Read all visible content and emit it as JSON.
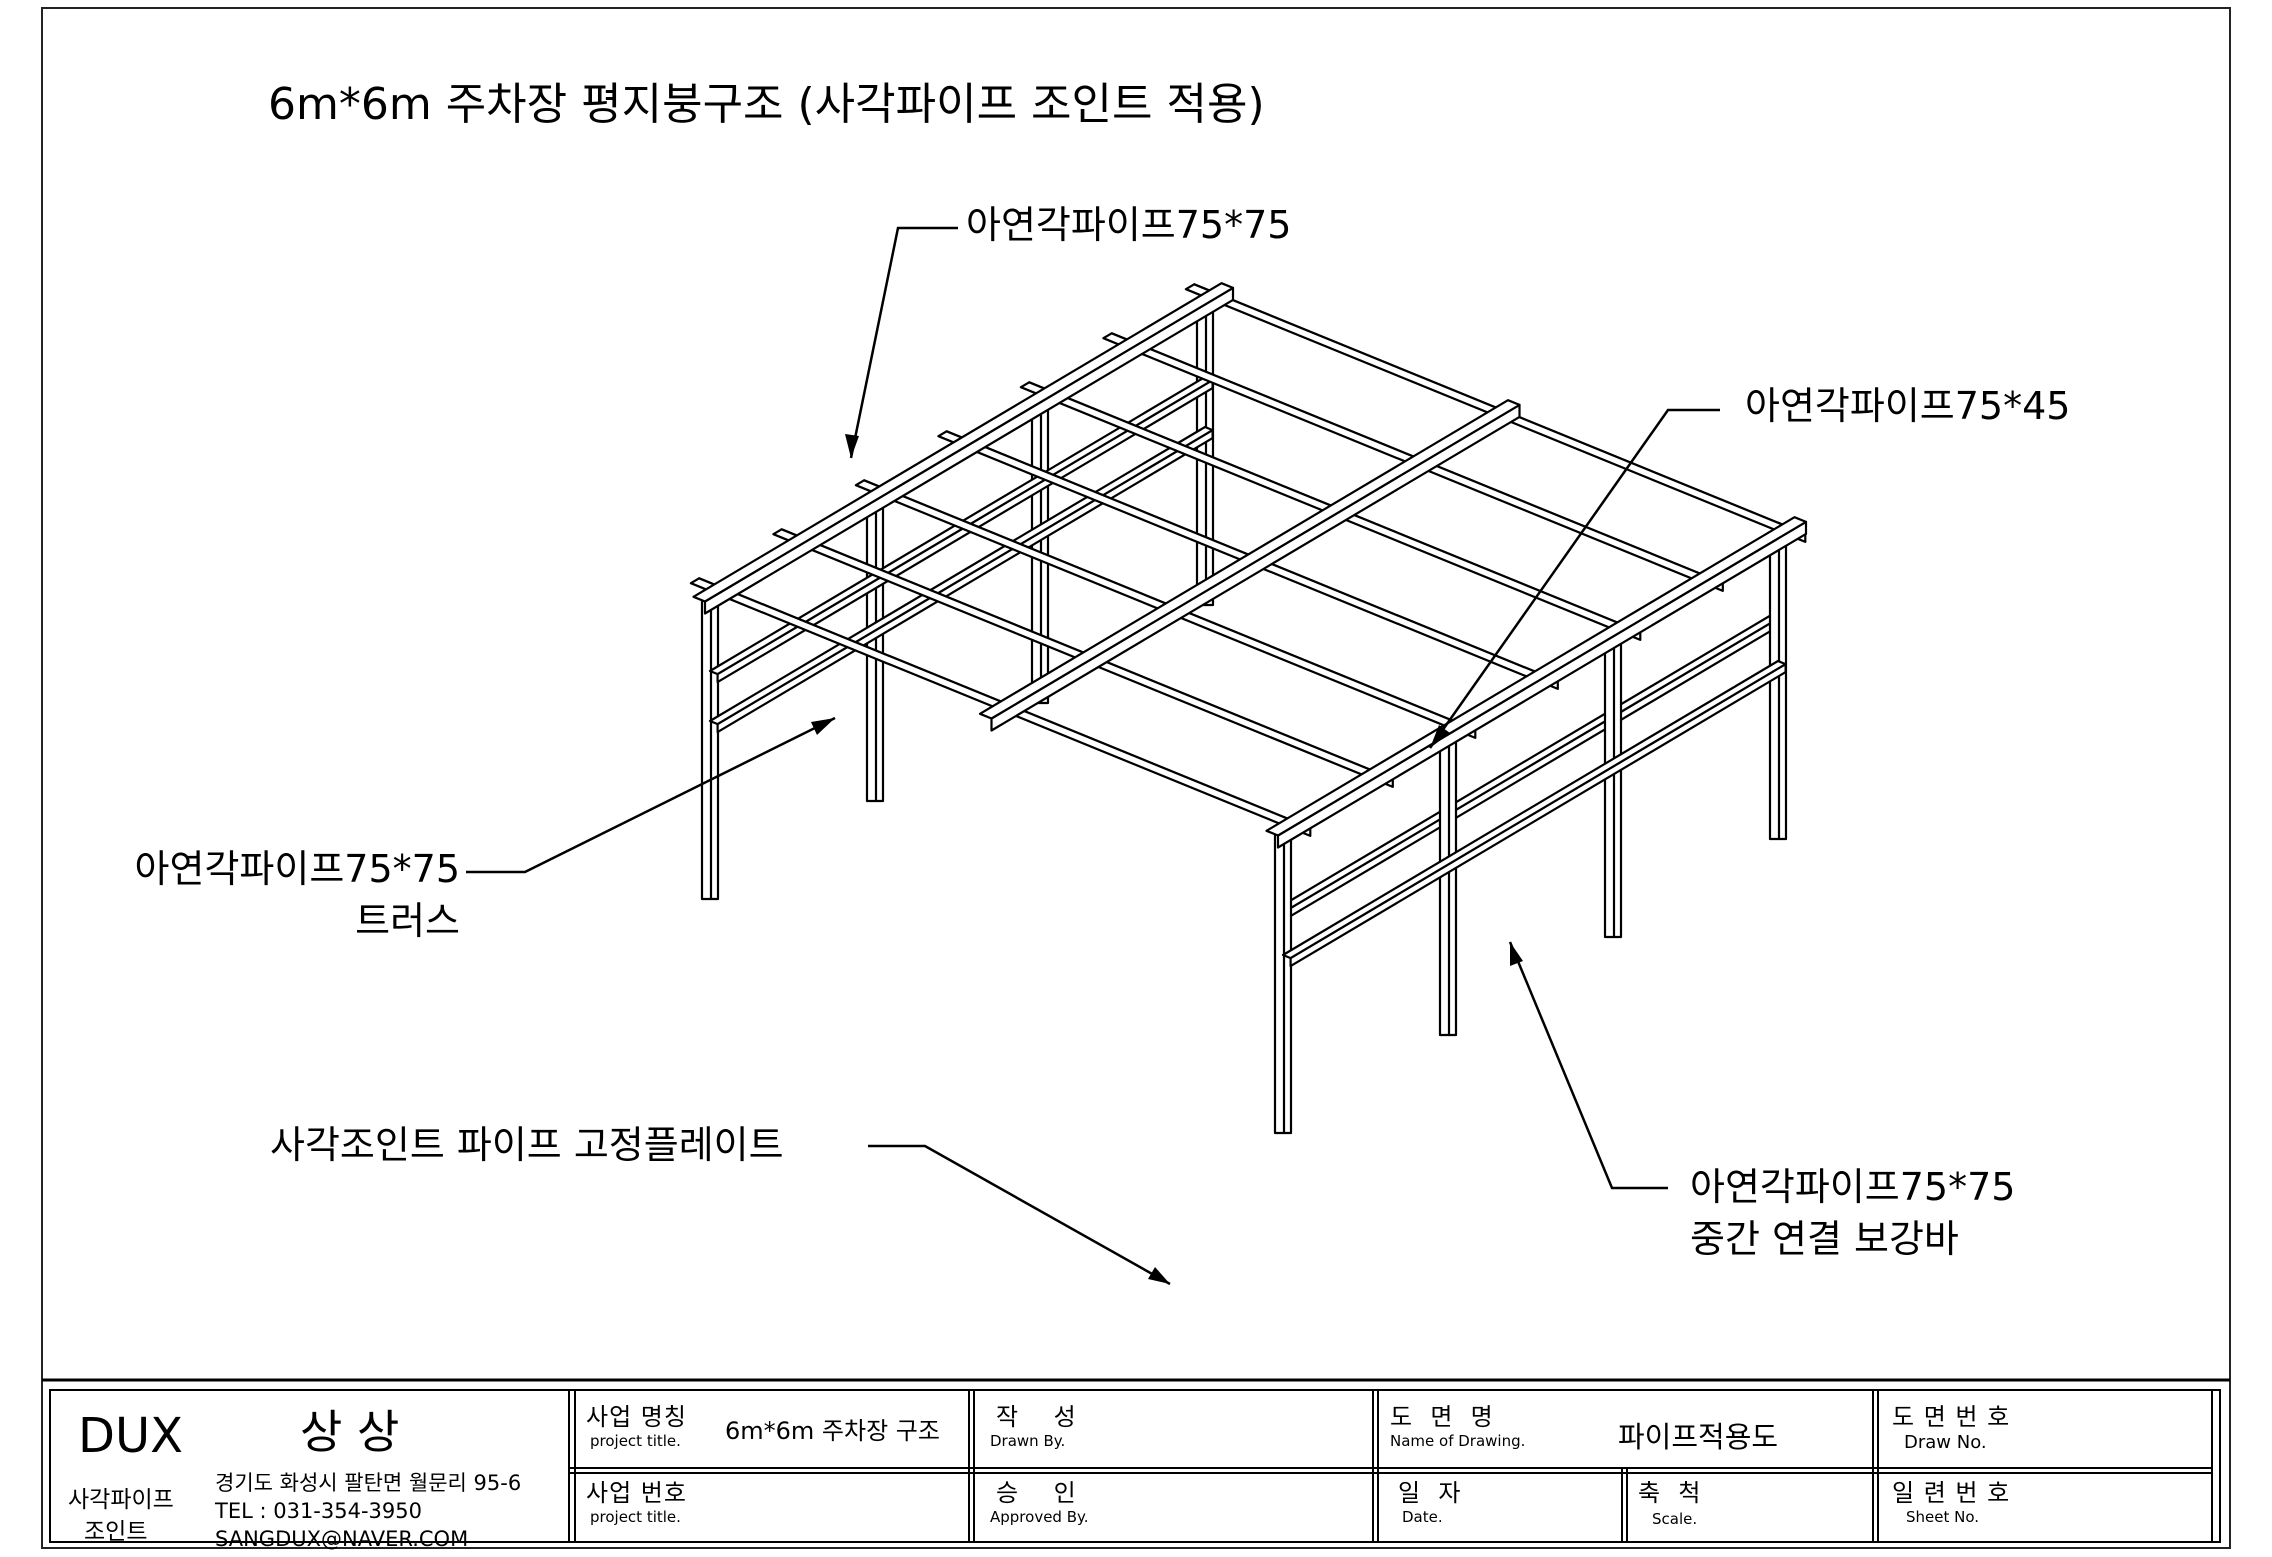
{
  "drawing": {
    "title": "6m*6m 주차장 평지붕구조 (사각파이프 조인트 적용)",
    "callouts": {
      "top_beam": "아연각파이프75*75",
      "rafter": "아연각파이프75*45",
      "truss_line1": "아연각파이프75*75",
      "truss_line2": "트러스",
      "plate": "사각조인트 파이프 고정플레이트",
      "brace_line1": "아연각파이프75*75",
      "brace_line2": "중간 연결 보강바"
    }
  },
  "title_block": {
    "company": {
      "brand": "DUX",
      "name": "상 상",
      "product_line1": "사각파이프",
      "product_line2": "조인트",
      "address": "경기도 화성시 팔탄면 월문리 95-6",
      "tel": "TEL : 031-354-3950",
      "email": "SANGDUX@NAVER.COM"
    },
    "project_name": {
      "ko": "사업 명칭",
      "en": "project title.",
      "value": "6m*6m 주차장 구조"
    },
    "project_no": {
      "ko": "사업 번호",
      "en": "project title.",
      "value": ""
    },
    "drawn_by": {
      "ko": "작    성",
      "en": "Drawn By.",
      "value": ""
    },
    "approved_by": {
      "ko": "승    인",
      "en": "Approved By.",
      "value": ""
    },
    "drawing_name": {
      "ko": "도  면  명",
      "en": "Name of Drawing.",
      "value": "파이프적용도"
    },
    "date": {
      "ko": "일  자",
      "en": "Date.",
      "value": ""
    },
    "scale": {
      "ko": "축  척",
      "en": "Scale.",
      "value": ""
    },
    "draw_no": {
      "ko": "도 면 번 호",
      "en": "Draw No.",
      "value": ""
    },
    "sheet_no": {
      "ko": "일 련 번 호",
      "en": "Sheet No.",
      "value": ""
    }
  }
}
